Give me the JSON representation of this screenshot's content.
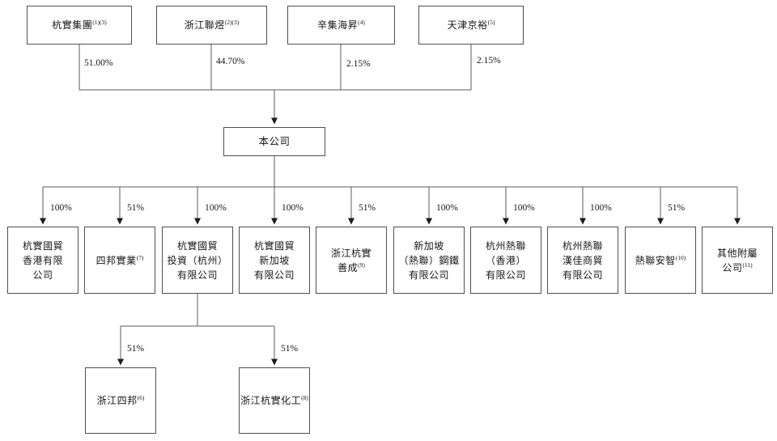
{
  "diagram": {
    "title": "corporate shareholding structure chart",
    "root": {
      "name": "本公司"
    },
    "shareholders": [
      {
        "name": "杭實集團",
        "note": "(1)(3)",
        "pct": "51.00%"
      },
      {
        "name": "浙江聯煜",
        "note": "(2)(3)",
        "pct": "44.70%"
      },
      {
        "name": "辛集海昇",
        "note": "(4)",
        "pct": "2.15%"
      },
      {
        "name": "天津京裕",
        "note": "(5)",
        "pct": "2.15%"
      }
    ],
    "subsidiaries": [
      {
        "name": "杭實國貿\n香港有限\n公司",
        "note": "",
        "pct": "100%"
      },
      {
        "name": "四邦實業",
        "note": "(7)",
        "pct": "51%"
      },
      {
        "name": "杭實國貿\n投資（杭州）\n有限公司",
        "note": "",
        "pct": "100%"
      },
      {
        "name": "杭實國貿\n新加坡\n有限公司",
        "note": "",
        "pct": "100%"
      },
      {
        "name": "浙江杭實\n善成",
        "note": "(9)",
        "pct": "51%"
      },
      {
        "name": "新加坡\n（熱聯）鋼鐵\n有限公司",
        "note": "",
        "pct": "100%"
      },
      {
        "name": "杭州熱聯\n（香港）\n有限公司",
        "note": "",
        "pct": "100%"
      },
      {
        "name": "杭州熱聯\n漢佳商貿\n有限公司",
        "note": "",
        "pct": "100%"
      },
      {
        "name": "熱聯安智",
        "note": "(10)",
        "pct": "51%"
      },
      {
        "name": "其他附屬\n公司",
        "note": "(11)",
        "pct": ""
      }
    ],
    "sub_subsidiaries": [
      {
        "name": "浙江四邦",
        "note": "(6)",
        "pct": "51%"
      },
      {
        "name": "浙江杭實化工",
        "note": "(8)",
        "pct": "51%"
      }
    ]
  },
  "colors": {
    "line": "#5b5b5e",
    "arrow": "#1c1c1c",
    "box_border": "#4f4f52",
    "text": "#161616",
    "background": "#ffffff"
  }
}
